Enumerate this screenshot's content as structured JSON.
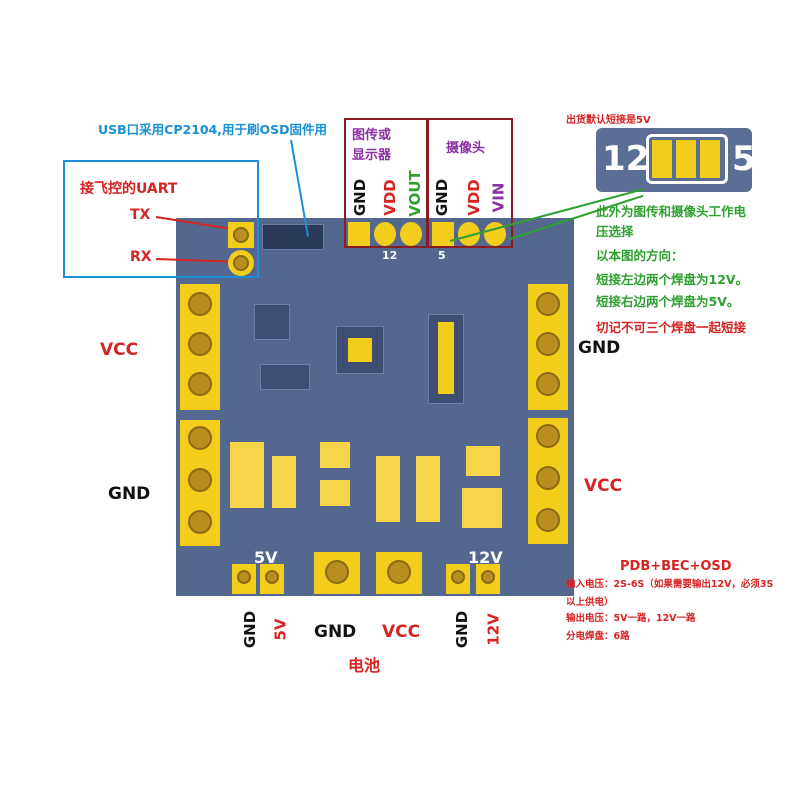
{
  "annotations": {
    "usb_note": "USB口采用CP2104,用于刷OSD固件用",
    "uart_title": "接飞控的UART",
    "tx": "TX",
    "rx": "RX",
    "vtx_box_title": "图传或\n显示器",
    "cam_box_title": "摄像头",
    "vtx_pins": [
      "GND",
      "VDD",
      "VOUT"
    ],
    "cam_pins": [
      "GND",
      "VDD",
      "VIN"
    ],
    "jumper_default": "出货默认短接是5V",
    "jumper_left_num": "12",
    "jumper_right_num": "5",
    "jumper_notes": [
      "此外为图传和摄像头工作电",
      "压选择",
      "以本图的方向：",
      "短接左边两个焊盘为12V。",
      "短接右边两个焊盘为5V。",
      "切记不可三个焊盘一起短接"
    ],
    "vcc_left": "VCC",
    "gnd_left": "GND",
    "gnd_right": "GND",
    "vcc_right": "VCC",
    "bottom_labels": {
      "gnd1": "GND",
      "v5": "5V",
      "gnd_main": "GND",
      "vcc_main": "VCC",
      "gnd2": "GND",
      "v12": "12V"
    },
    "battery": "电池",
    "board_5v": "5V",
    "board_12v": "12V",
    "board_12": "12",
    "board_5": "5"
  },
  "spec": {
    "title": "PDB+BEC+OSD",
    "input": "输入电压：2S-6S（如果需要输出12V，必须3S以上供电）",
    "input_line1": "输入电压：2S-6S（如果需要输出12V，必须3S",
    "input_line2": "以上供电）",
    "output": "输出电压：5V一路，12V一路",
    "pads": "分电焊盘：6路"
  },
  "colors": {
    "board": "#54688f",
    "pad": "#f2cd1c",
    "blue_text": "#1a8fd6",
    "red_text": "#d62323",
    "green_text": "#2fa02f",
    "purple_text": "#8b2fa3",
    "box_border": "#8a1c22"
  }
}
